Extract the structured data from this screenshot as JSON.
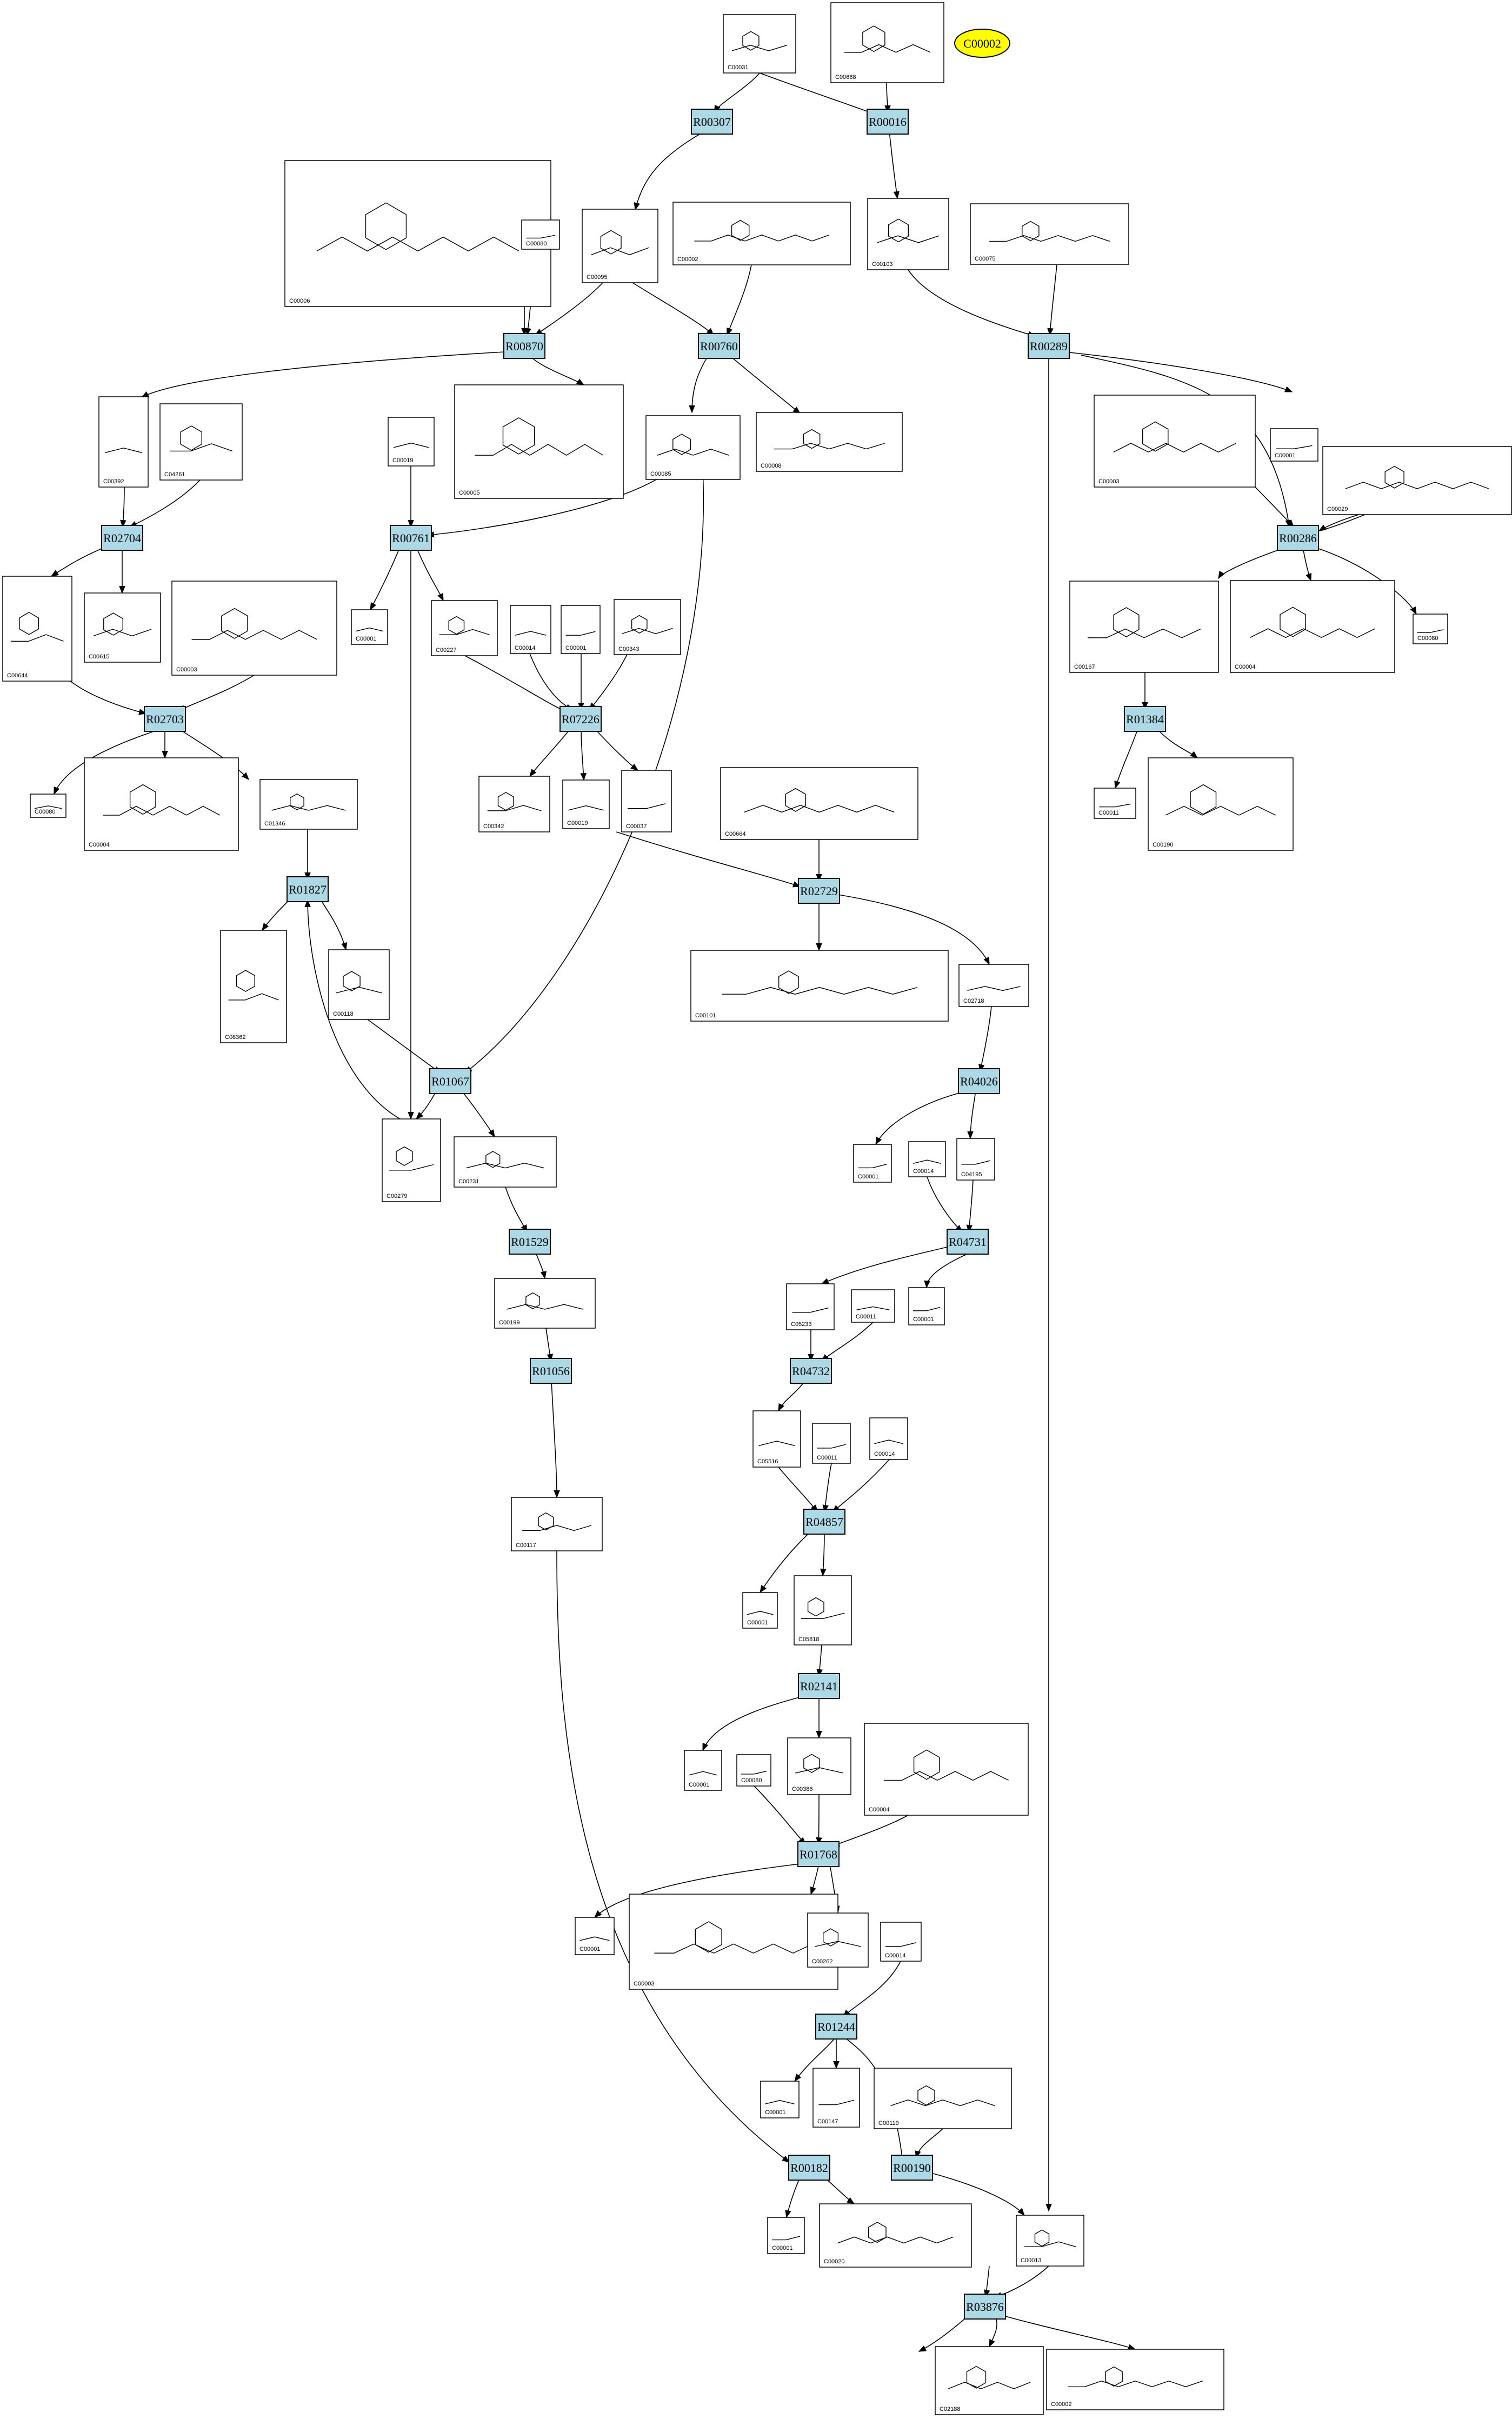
{
  "colors": {
    "reaction_fill": "#add8e6",
    "highlight_fill": "#ffff00",
    "stroke": "#000000",
    "background": "#ffffff"
  },
  "highlight_node": {
    "id": "C00002"
  },
  "reactions": [
    {
      "id": "R00307"
    },
    {
      "id": "R00016"
    },
    {
      "id": "R00870"
    },
    {
      "id": "R00760"
    },
    {
      "id": "R00289"
    },
    {
      "id": "R02704"
    },
    {
      "id": "R00761"
    },
    {
      "id": "R00286"
    },
    {
      "id": "R02703"
    },
    {
      "id": "R07226"
    },
    {
      "id": "R01384"
    },
    {
      "id": "R01827"
    },
    {
      "id": "R02729"
    },
    {
      "id": "R01067"
    },
    {
      "id": "R04026"
    },
    {
      "id": "R01529"
    },
    {
      "id": "R04731"
    },
    {
      "id": "R01056"
    },
    {
      "id": "R04732"
    },
    {
      "id": "R04857"
    },
    {
      "id": "R02141"
    },
    {
      "id": "R01768"
    },
    {
      "id": "R01244"
    },
    {
      "id": "R00182"
    },
    {
      "id": "R00190"
    },
    {
      "id": "R03876"
    }
  ],
  "compounds": [
    {
      "id": "C00031"
    },
    {
      "id": "C00668"
    },
    {
      "id": "C00006"
    },
    {
      "id": "C00080"
    },
    {
      "id": "C00095"
    },
    {
      "id": "C00002"
    },
    {
      "id": "C00103"
    },
    {
      "id": "C00075"
    },
    {
      "id": "C00392"
    },
    {
      "id": "C04261"
    },
    {
      "id": "C00019"
    },
    {
      "id": "C00005"
    },
    {
      "id": "C00085"
    },
    {
      "id": "C00008"
    },
    {
      "id": "C00003"
    },
    {
      "id": "C00001"
    },
    {
      "id": "C00029"
    },
    {
      "id": "C00644"
    },
    {
      "id": "C00615"
    },
    {
      "id": "C00003"
    },
    {
      "id": "C00001"
    },
    {
      "id": "C00227"
    },
    {
      "id": "C00014"
    },
    {
      "id": "C00001"
    },
    {
      "id": "C00343"
    },
    {
      "id": "C00167"
    },
    {
      "id": "C00004"
    },
    {
      "id": "C00080"
    },
    {
      "id": "C00080"
    },
    {
      "id": "C00004"
    },
    {
      "id": "C01346"
    },
    {
      "id": "C00342"
    },
    {
      "id": "C00019"
    },
    {
      "id": "C00037"
    },
    {
      "id": "C00664"
    },
    {
      "id": "C00011"
    },
    {
      "id": "C00190"
    },
    {
      "id": "C00101"
    },
    {
      "id": "C02718"
    },
    {
      "id": "C08362"
    },
    {
      "id": "C00118"
    },
    {
      "id": "C00279"
    },
    {
      "id": "C00231"
    },
    {
      "id": "C00001"
    },
    {
      "id": "C00014"
    },
    {
      "id": "C04195"
    },
    {
      "id": "C00199"
    },
    {
      "id": "C05233"
    },
    {
      "id": "C00011"
    },
    {
      "id": "C00001"
    },
    {
      "id": "C05516"
    },
    {
      "id": "C00011"
    },
    {
      "id": "C00014"
    },
    {
      "id": "C00117"
    },
    {
      "id": "C00001"
    },
    {
      "id": "C05818"
    },
    {
      "id": "C00001"
    },
    {
      "id": "C00080"
    },
    {
      "id": "C00386"
    },
    {
      "id": "C00004"
    },
    {
      "id": "C00001"
    },
    {
      "id": "C00003"
    },
    {
      "id": "C00262"
    },
    {
      "id": "C00014"
    },
    {
      "id": "C00001"
    },
    {
      "id": "C00147"
    },
    {
      "id": "C00119"
    },
    {
      "id": "C00001"
    },
    {
      "id": "C00020"
    },
    {
      "id": "C00013"
    },
    {
      "id": "C02188"
    },
    {
      "id": "C00002"
    }
  ]
}
